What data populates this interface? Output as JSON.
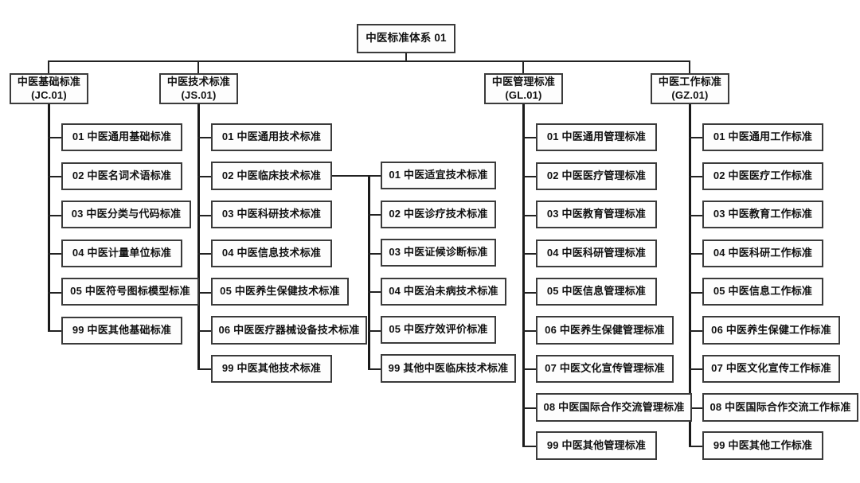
{
  "diagram": {
    "title": "中医标准体系",
    "root": {
      "label": "中医标准体系 01"
    },
    "branches": [
      {
        "id": "jc",
        "label_line1": "中医基础标准",
        "label_line2": "(JC.01)",
        "code": "JC.01",
        "children": [
          {
            "label": "01 中医通用基础标准"
          },
          {
            "label": "02 中医名词术语标准"
          },
          {
            "label": "03 中医分类与代码标准"
          },
          {
            "label": "04 中医计量单位标准"
          },
          {
            "label": "05 中医符号图标模型标准"
          },
          {
            "label": "99 中医其他基础标准"
          }
        ]
      },
      {
        "id": "js",
        "label_line1": "中医技术标准",
        "label_line2": "(JS.01)",
        "code": "JS.01",
        "children": [
          {
            "label": "01 中医通用技术标准"
          },
          {
            "label": "02 中医临床技术标准"
          },
          {
            "label": "03 中医科研技术标准"
          },
          {
            "label": "04 中医信息技术标准"
          },
          {
            "label": "05 中医养生保健技术标准"
          },
          {
            "label": "06 中医医疗器械设备技术标准"
          },
          {
            "label": "99 中医其他技术标准"
          }
        ],
        "subbranch": {
          "parent_label": "02 中医临床技术标准",
          "children": [
            {
              "label": "01 中医适宜技术标准"
            },
            {
              "label": "02 中医诊疗技术标准"
            },
            {
              "label": "03 中医证候诊断标准"
            },
            {
              "label": "04 中医治未病技术标准"
            },
            {
              "label": "05 中医疗效评价标准"
            },
            {
              "label": "99 其他中医临床技术标准"
            }
          ]
        }
      },
      {
        "id": "gl",
        "label_line1": "中医管理标准",
        "label_line2": "(GL.01)",
        "code": "GL.01",
        "children": [
          {
            "label": "01 中医通用管理标准"
          },
          {
            "label": "02 中医医疗管理标准"
          },
          {
            "label": "03 中医教育管理标准"
          },
          {
            "label": "04 中医科研管理标准"
          },
          {
            "label": "05 中医信息管理标准"
          },
          {
            "label": "06 中医养生保健管理标准"
          },
          {
            "label": "07 中医文化宣传管理标准"
          },
          {
            "label": "08 中医国际合作交流管理标准"
          },
          {
            "label": "99 中医其他管理标准"
          }
        ]
      },
      {
        "id": "gz",
        "label_line1": "中医工作标准",
        "label_line2": "(GZ.01)",
        "code": "GZ.01",
        "children": [
          {
            "label": "01 中医通用工作标准"
          },
          {
            "label": "02 中医医疗工作标准"
          },
          {
            "label": "03 中医教育工作标准"
          },
          {
            "label": "04 中医科研工作标准"
          },
          {
            "label": "05 中医信息工作标准"
          },
          {
            "label": "06 中医养生保健工作标准"
          },
          {
            "label": "07 中医文化宣传工作标准"
          },
          {
            "label": "08 中医国际合作交流工作标准"
          },
          {
            "label": "99 中医其他工作标准"
          }
        ]
      }
    ],
    "colors": {
      "border": "#3b3b3b",
      "connector": "#222222",
      "background": "#ffffff",
      "text": "#111111"
    }
  }
}
